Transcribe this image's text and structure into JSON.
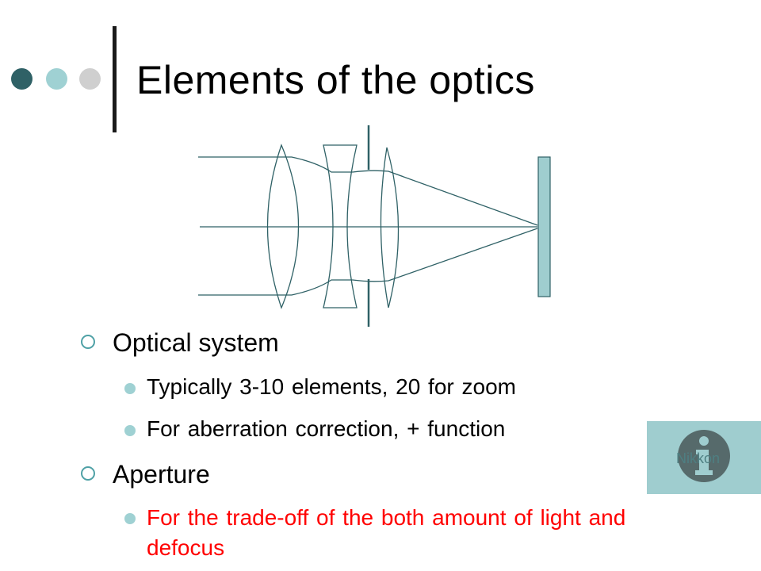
{
  "slide": {
    "title": "Elements of the optics",
    "colors": {
      "dot_dark": "#2f6166",
      "dot_mid": "#9fd1d3",
      "dot_light": "#cfcfcf",
      "accent": "#4fa1a6",
      "lens_stroke": "#2f6166",
      "sensor_fill": "#9fcdcf",
      "emphasis_text": "#ff0000"
    }
  },
  "bullets": [
    {
      "text": "Optical system",
      "sub": [
        {
          "text": "Typically 3-10 elements, 20 for zoom"
        },
        {
          "text": "For aberration correction, + function"
        }
      ]
    },
    {
      "text": "Aperture",
      "sub": [
        {
          "text": "For the trade-off of the both amount of light and defocus"
        }
      ]
    }
  ],
  "image": {
    "icon": "info-icon",
    "label": "Nikkon"
  }
}
